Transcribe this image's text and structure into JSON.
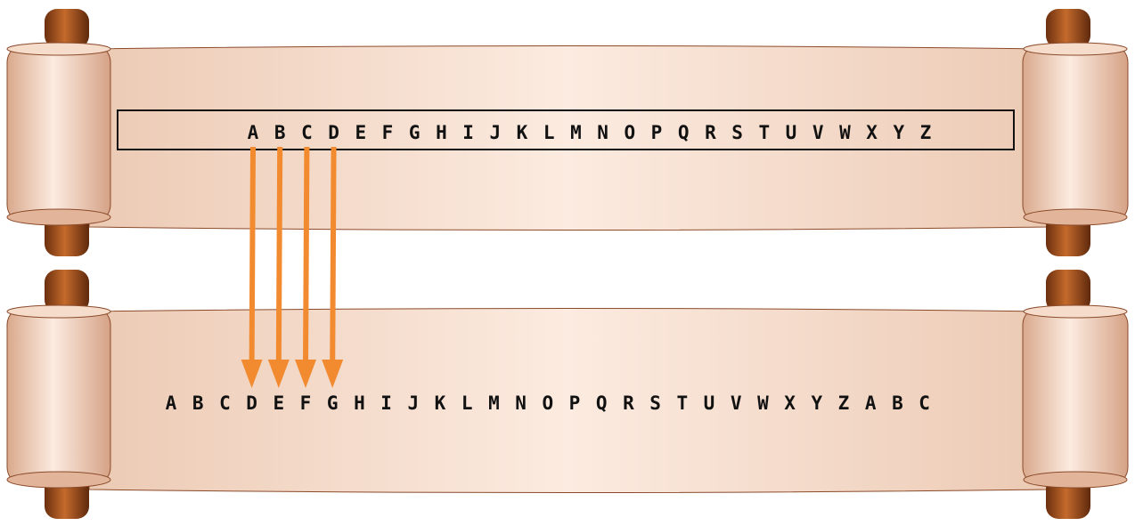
{
  "top_scroll": {
    "letters": [
      "A",
      "B",
      "C",
      "D",
      "E",
      "F",
      "G",
      "H",
      "I",
      "J",
      "K",
      "L",
      "M",
      "N",
      "O",
      "P",
      "Q",
      "R",
      "S",
      "T",
      "U",
      "V",
      "W",
      "X",
      "Y",
      "Z"
    ]
  },
  "bottom_scroll": {
    "letters": [
      "A",
      "B",
      "C",
      "D",
      "E",
      "F",
      "G",
      "H",
      "I",
      "J",
      "K",
      "L",
      "M",
      "N",
      "O",
      "P",
      "Q",
      "R",
      "S",
      "T",
      "U",
      "V",
      "W",
      "X",
      "Y",
      "Z",
      "A",
      "B",
      "C"
    ]
  },
  "mapping": [
    {
      "from": "A",
      "to": "D"
    },
    {
      "from": "B",
      "to": "E"
    },
    {
      "from": "C",
      "to": "F"
    },
    {
      "from": "D",
      "to": "G"
    }
  ],
  "colors": {
    "parchment_light": "#fbe9dd",
    "parchment_mid": "#f1d2bf",
    "parchment_edge": "#8b4a2a",
    "knob": "#a0521d",
    "knob_dark": "#6b2f0e",
    "arrow": "#f28a30",
    "text": "#111111"
  }
}
